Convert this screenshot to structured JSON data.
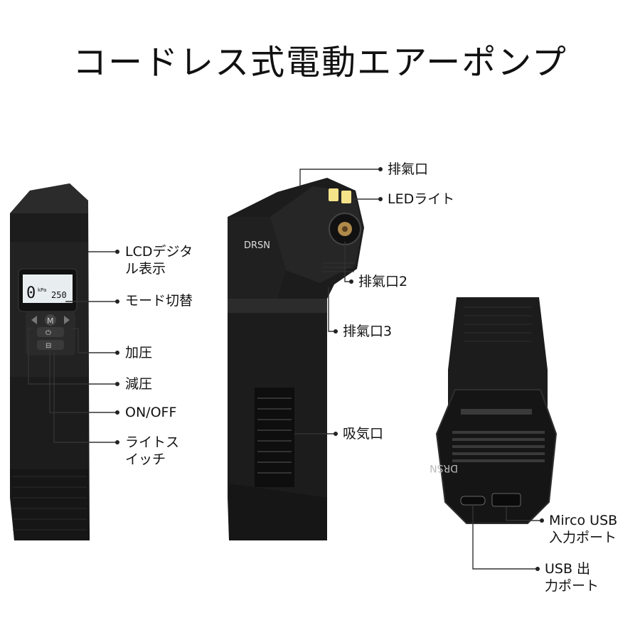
{
  "title": "コードレス式電動エアーポンプ",
  "brand": "DRSN",
  "lcd": {
    "pressure_value": "0",
    "unit_top": "kPa",
    "target_value": "250"
  },
  "buttons": {
    "mode": "M",
    "power": "⏻",
    "light": "⊟"
  },
  "labels": {
    "lcd_line1": "LCDデジタ",
    "lcd_line2": "ル表示",
    "mode_switch": "モード切替",
    "increase": "加圧",
    "decrease": "減圧",
    "on_off": "ON/OFF",
    "light_line1": "ライトス",
    "light_line2": "イッチ",
    "exhaust": "排氣口",
    "led_light": "LEDライト",
    "exhaust2": "排氣口2",
    "exhaust3": "排氣口3",
    "intake": "吸気口",
    "micro_usb_line1": "Mirco USB",
    "micro_usb_line2": "入力ポート",
    "usb_out_line1": "USB 出",
    "usb_out_line2": "力ポート"
  },
  "colors": {
    "body": "#1c1c1c",
    "body_edge": "#2e2e2e",
    "lcd": "#e8eef0",
    "led": "#f5e38a",
    "line": "#333333"
  }
}
